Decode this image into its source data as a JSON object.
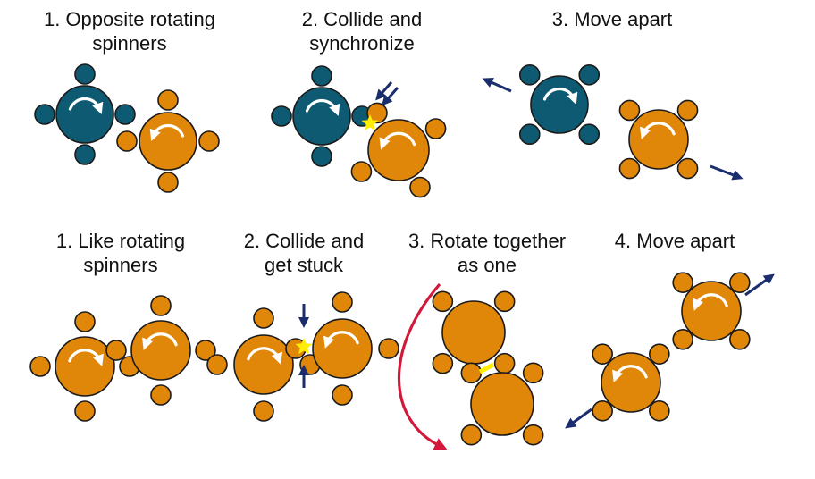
{
  "top_row": {
    "captions": [
      {
        "line1": "1. Opposite rotating",
        "line2": "spinners"
      },
      {
        "line1": "2. Collide and",
        "line2": "synchronize"
      },
      {
        "line1": "3. Move apart",
        "line2": ""
      }
    ]
  },
  "bottom_row": {
    "captions": [
      {
        "line1": "1. Like rotating",
        "line2": "spinners"
      },
      {
        "line1": "2. Collide and",
        "line2": "get stuck"
      },
      {
        "line1": "3. Rotate together",
        "line2": "as one"
      },
      {
        "line1": "4. Move apart",
        "line2": ""
      }
    ]
  },
  "colors": {
    "teal_spinner": "#0f5a73",
    "orange_spinner": "#e0870a",
    "outline": "#1a1a1a",
    "motion_arrow": "#1a2e6e",
    "rotation_arrow": "#d11a3a",
    "spark": "#ffee00"
  }
}
